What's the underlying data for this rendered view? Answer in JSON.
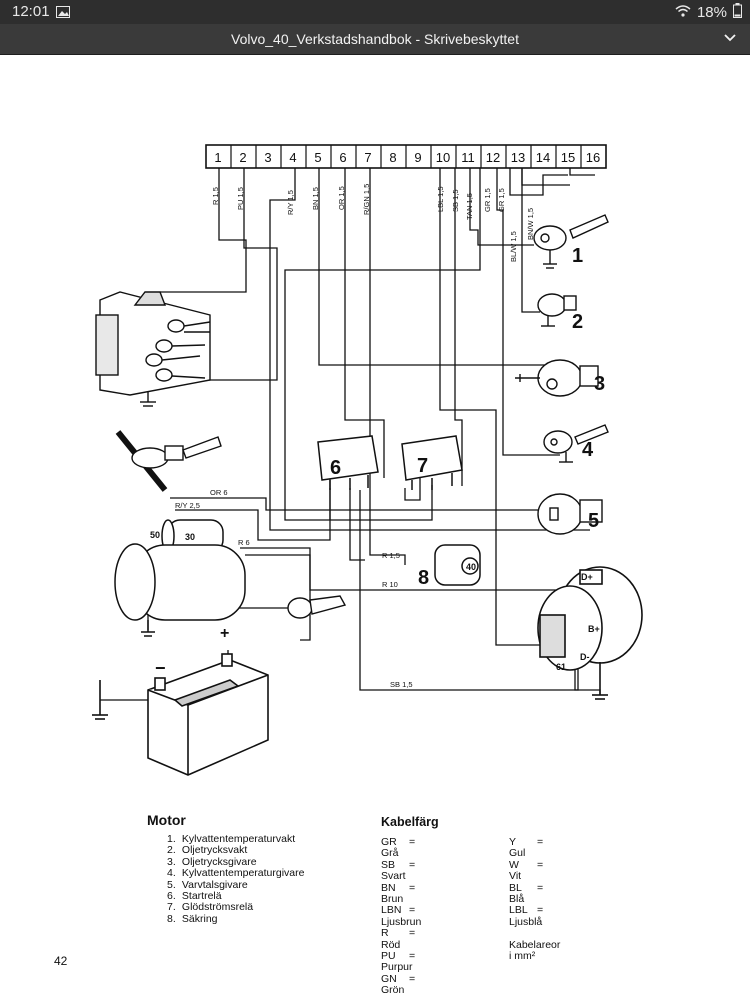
{
  "status": {
    "time": "12:01",
    "battery": "18%",
    "icons": [
      "gallery-icon",
      "wifi-icon",
      "battery-icon"
    ]
  },
  "titlebar": {
    "title": "Volvo_40_Verkstadshandbok - Skrivebeskyttet",
    "icon": "chevron-down-icon"
  },
  "diagram": {
    "terminals": [
      "1",
      "2",
      "3",
      "4",
      "5",
      "6",
      "7",
      "8",
      "9",
      "10",
      "11",
      "12",
      "13",
      "14",
      "15",
      "16"
    ],
    "wire_labels": [
      "R 1,5",
      "PU 1,5",
      "R/Y 1,5",
      "BN 1,5",
      "OR 1,5",
      "R/GN 1,5",
      "LBL 1,5",
      "SB 1,5",
      "TAN 1,5",
      "GR 1,5",
      "GR 1,5",
      "BN/W 1,5",
      "BL/W 1,5",
      "OR 6",
      "R/Y 2,5",
      "R 6",
      "R 1,5",
      "R 10",
      "SB 1,5"
    ],
    "component_numbers": [
      "1",
      "2",
      "3",
      "4",
      "5",
      "6",
      "7",
      "8"
    ],
    "terminal_marks": [
      "50",
      "30",
      "40",
      "D+",
      "B+",
      "61",
      "D-",
      "+",
      "−"
    ]
  },
  "legend": {
    "title": "Motor",
    "items": [
      "Kylvattentemperaturvakt",
      "Oljetrycksvakt",
      "Oljetrycksgivare",
      "Kylvattentemperaturgivare",
      "Varvtalsgivare",
      "Startrelä",
      "Glödströmsrelä",
      "Säkring"
    ],
    "item_numbers": [
      "1.",
      "2.",
      "3.",
      "4.",
      "5.",
      "6.",
      "7.",
      "8."
    ]
  },
  "colors": {
    "title": "Kabelfärg",
    "left": [
      [
        "GR",
        "=",
        "Grå"
      ],
      [
        "SB",
        "=",
        "Svart"
      ],
      [
        "BN",
        "=",
        "Brun"
      ],
      [
        "LBN",
        "=",
        "Ljusbrun"
      ],
      [
        "R",
        "=",
        "Röd"
      ],
      [
        "PU",
        "=",
        "Purpur"
      ],
      [
        "GN",
        "=",
        "Grön"
      ]
    ],
    "right": [
      [
        "Y",
        "=",
        "Gul"
      ],
      [
        "W",
        "=",
        "Vit"
      ],
      [
        "BL",
        "=",
        "Blå"
      ],
      [
        "LBL",
        "=",
        "Ljusblå"
      ]
    ],
    "note": "Kabelareor i mm²"
  },
  "page_number": "42"
}
